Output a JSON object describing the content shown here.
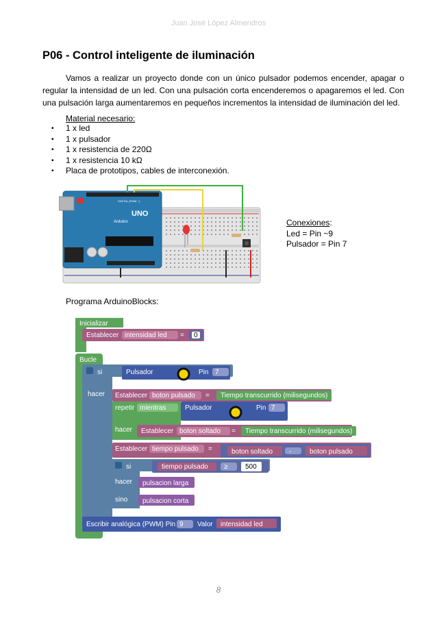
{
  "header": {
    "author": "Juan José López Almendros"
  },
  "title": "P06 - Control inteligente de iluminación",
  "intro": "Vamos a realizar un proyecto donde con un único pulsador podemos encender, apagar o regular la intensidad de un led. Con una pulsación corta encenderemos o apagaremos el led. Con una pulsación larga aumentaremos en pequeños incrementos la intensidad de iluminación del led.",
  "material": {
    "title": "Material necesario:",
    "items": [
      "1 x led",
      "1 x pulsador",
      "1 x resistencia de 220Ω",
      "1 x resistencia 10 kΩ",
      "Placa de prototipos, cables de interconexión."
    ]
  },
  "circuit": {
    "board_label": "UNO",
    "brand": "Arduino",
    "digital_label": "DIGITAL (PWM ~)"
  },
  "connections": {
    "title": "Conexiones",
    "colon": ":",
    "led": "Led = Pin ~9",
    "button": "Pulsador = Pin 7"
  },
  "program_label": "Programa ArduinoBlocks:",
  "blocks": {
    "init": "Inicializar",
    "set": "Establecer",
    "var_intensity": "intensidad led",
    "eq": "=",
    "zero": "0",
    "loop": "Bucle",
    "if": "si",
    "button": "Pulsador",
    "pin": "Pin",
    "pin7": "7",
    "do": "hacer",
    "var_pressed": "boton pulsado",
    "elapsed": "Tiempo transcurrido (milisegundos)",
    "repeat": "repetir",
    "while": "mientras",
    "var_released": "boton soltado",
    "var_time": "tiempo pulsado",
    "minus": "-",
    "gte": "≥",
    "n500": "500",
    "else": "sino",
    "long": "pulsacion larga",
    "short": "pulsacion corta",
    "write": "Escribir analógica (PWM) Pin",
    "pin9": "9",
    "value": "Valor",
    "dropdown": "▾"
  },
  "colors": {
    "green": "#5ba55b",
    "blue": "#5b80a5",
    "pink": "#a55b80",
    "purple": "#8e5ba5",
    "navy": "#5b67a5",
    "yellow": "#f2d500"
  },
  "page_number": "8"
}
